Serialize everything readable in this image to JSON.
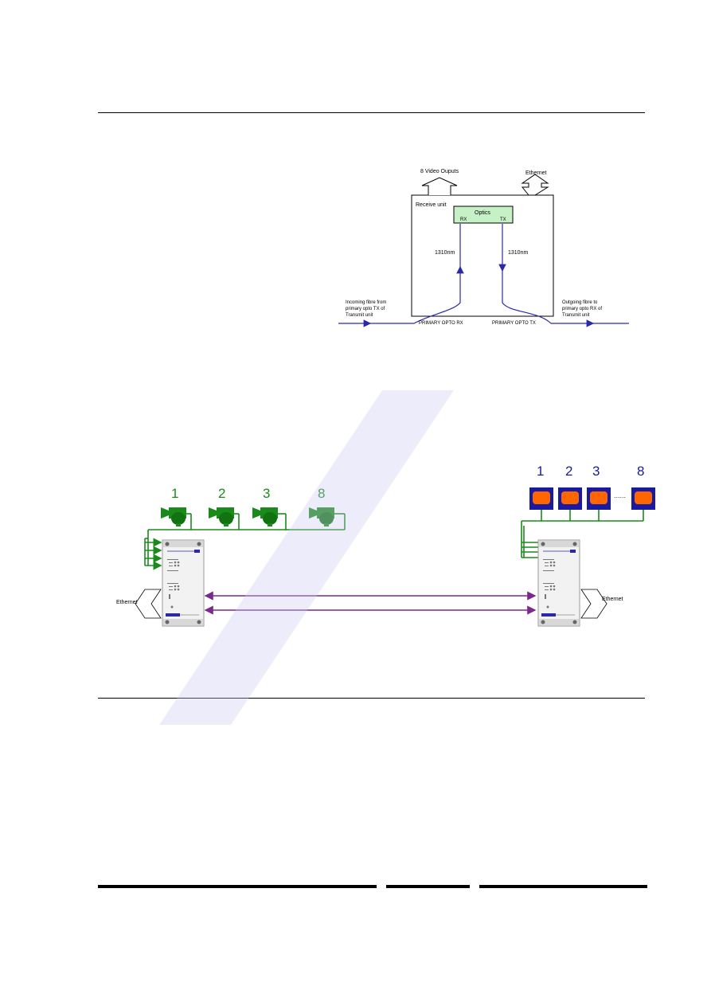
{
  "diagram1": {
    "video_outputs_label": "8 Video Ouputs",
    "ethernet_label": "Ethernet",
    "receive_unit_label": "Receive unit",
    "optics_label": "Optics",
    "rx_label": "RX",
    "tx_label": "TX",
    "wavelength_left": "1310nm",
    "wavelength_right": "1310nm",
    "incoming_fibre": [
      "Incoming fibre from",
      "primary opto TX of",
      "Transmit unit"
    ],
    "outgoing_fibre": [
      "Outgoing fibre to",
      "primary opto RX of",
      "Transmit unit"
    ],
    "primary_opto_rx": "PRIMARY OPTO RX",
    "primary_opto_tx": "PRIMARY OPTO TX"
  },
  "diagram2": {
    "camera_numbers": [
      "1",
      "2",
      "3",
      "8"
    ],
    "monitor_numbers": [
      "1",
      "2",
      "3",
      "8"
    ],
    "monitor_dots": "......",
    "ethernet_left": "Ethernet",
    "ethernet_right": "Ethernet"
  },
  "colors": {
    "camera_green": "#1a8a1a",
    "monitor_blue": "#1a1aa0",
    "monitor_orange": "#ff6600",
    "fibre_blue": "#2a2aa8",
    "link_purple": "#7a2a8a",
    "watermark": "#c9c9f0"
  }
}
